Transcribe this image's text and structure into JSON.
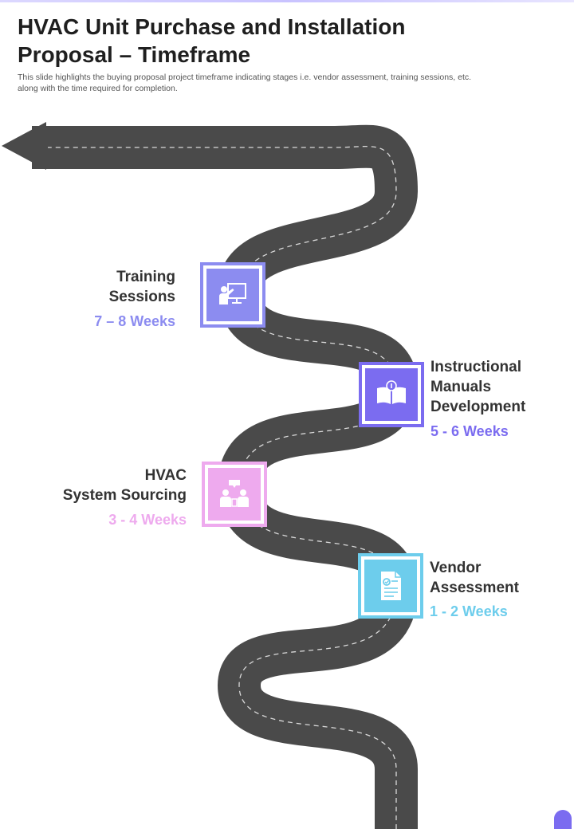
{
  "header": {
    "title_line1": "HVAC Unit Purchase and Installation",
    "title_line2": "Proposal – Timeframe",
    "subtitle_line1": "This slide highlights the buying proposal project timeframe indicating stages i.e. vendor assessment, training sessions, etc.",
    "subtitle_line2": "along with the time required for completion."
  },
  "colors": {
    "road": "#4a4a4a",
    "lane_marking": "#d9d9d9",
    "training": "#8c8cf0",
    "manuals": "#7b6cf0",
    "sourcing": "#eeaaee",
    "vendor": "#6dcdec",
    "title_text": "#333333"
  },
  "steps": [
    {
      "id": "training",
      "title_line1": "Training",
      "title_line2": "Sessions",
      "time": "7 – 8 Weeks",
      "icon": "presentation-board-icon"
    },
    {
      "id": "manuals",
      "title_line1": "Instructional",
      "title_line2": "Manuals",
      "title_line3": "Development",
      "time": "5 - 6 Weeks",
      "icon": "open-book-icon"
    },
    {
      "id": "sourcing",
      "title_line1": "HVAC",
      "title_line2": "System Sourcing",
      "time": "3 - 4 Weeks",
      "icon": "meeting-people-icon"
    },
    {
      "id": "vendor",
      "title_line1": "Vendor",
      "title_line2": "Assessment",
      "time": "1 - 2 Weeks",
      "icon": "checklist-document-icon"
    }
  ]
}
